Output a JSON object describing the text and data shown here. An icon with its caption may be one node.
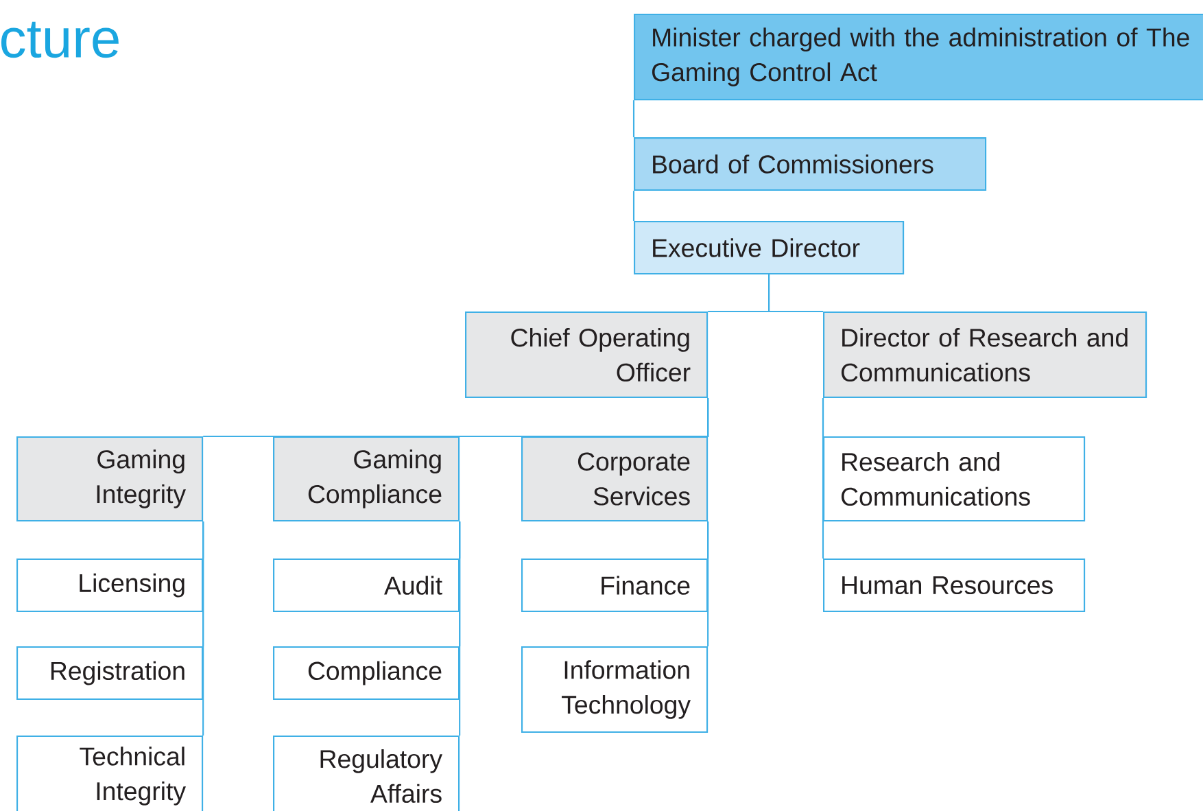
{
  "diagram": {
    "title": "cture",
    "nodes": [
      {
        "text": [
          "Minister charged with the administration of The Gaming Control Act"
        ]
      },
      {
        "text": [
          "Board of Commissioners"
        ]
      },
      {
        "text": [
          "Executive Director"
        ]
      },
      {
        "text": [
          "Chief Operating Officer"
        ]
      },
      {
        "text": [
          "Director of Research and Communications"
        ]
      },
      {
        "text": [
          "Gaming Integrity"
        ]
      },
      {
        "text": [
          "Gaming Compliance"
        ]
      },
      {
        "text": [
          "Corporate Services"
        ]
      },
      {
        "text": [
          "Research and Communications"
        ]
      },
      {
        "text": [
          "Licensing"
        ]
      },
      {
        "text": [
          "Registration"
        ]
      },
      {
        "text": [
          "Technical Integrity"
        ]
      },
      {
        "text": [
          "Audit"
        ]
      },
      {
        "text": [
          "Compliance"
        ]
      },
      {
        "text": [
          "Regulatory Affairs"
        ]
      },
      {
        "text": [
          "Finance"
        ]
      },
      {
        "text": [
          "Information Technology"
        ]
      },
      {
        "text": [
          "Human Resources"
        ]
      }
    ],
    "edges": [
      {
        "from": 0,
        "to": 1,
        "arrow": "none"
      },
      {
        "from": 1,
        "to": 2,
        "arrow": "none"
      },
      {
        "from": 2,
        "to": 3,
        "arrow": "none"
      },
      {
        "from": 2,
        "to": 4,
        "arrow": "none"
      },
      {
        "from": 3,
        "to": 5,
        "arrow": "none"
      },
      {
        "from": 3,
        "to": 6,
        "arrow": "none"
      },
      {
        "from": 3,
        "to": 7,
        "arrow": "none"
      },
      {
        "from": 4,
        "to": 8,
        "arrow": "none"
      },
      {
        "from": 5,
        "to": 9,
        "arrow": "none"
      },
      {
        "from": 5,
        "to": 10,
        "arrow": "none"
      },
      {
        "from": 5,
        "to": 11,
        "arrow": "none"
      },
      {
        "from": 6,
        "to": 12,
        "arrow": "none"
      },
      {
        "from": 6,
        "to": 13,
        "arrow": "none"
      },
      {
        "from": 6,
        "to": 14,
        "arrow": "none"
      },
      {
        "from": 7,
        "to": 15,
        "arrow": "none"
      },
      {
        "from": 7,
        "to": 16,
        "arrow": "none"
      },
      {
        "from": 4,
        "to": 17,
        "arrow": "none"
      }
    ]
  }
}
